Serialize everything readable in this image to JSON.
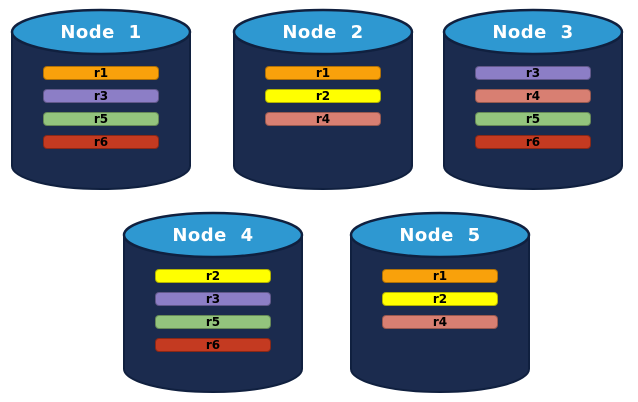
{
  "background_color": "#FFFFFF",
  "cylinder": {
    "body_color": "#1B2B4E",
    "top_color": "#2E98D1",
    "outline_color": "#10203F",
    "title_color": "#FFFFFF",
    "bar_text_color": "#000000"
  },
  "replica_colors": {
    "r1": "#F9A10B",
    "r2": "#FFFF00",
    "r3": "#8C7EC6",
    "r4": "#D87F72",
    "r5": "#93C47D",
    "r6": "#C43A21"
  },
  "nodes": [
    {
      "title": "Node 1",
      "replicas": [
        "r1",
        "r3",
        "r5",
        "r6"
      ]
    },
    {
      "title": "Node 2",
      "replicas": [
        "r1",
        "r2",
        "r4"
      ]
    },
    {
      "title": "Node 3",
      "replicas": [
        "r3",
        "r4",
        "r5",
        "r6"
      ]
    },
    {
      "title": "Node 4",
      "replicas": [
        "r2",
        "r3",
        "r5",
        "r6"
      ]
    },
    {
      "title": "Node 5",
      "replicas": [
        "r1",
        "r2",
        "r4"
      ]
    }
  ]
}
